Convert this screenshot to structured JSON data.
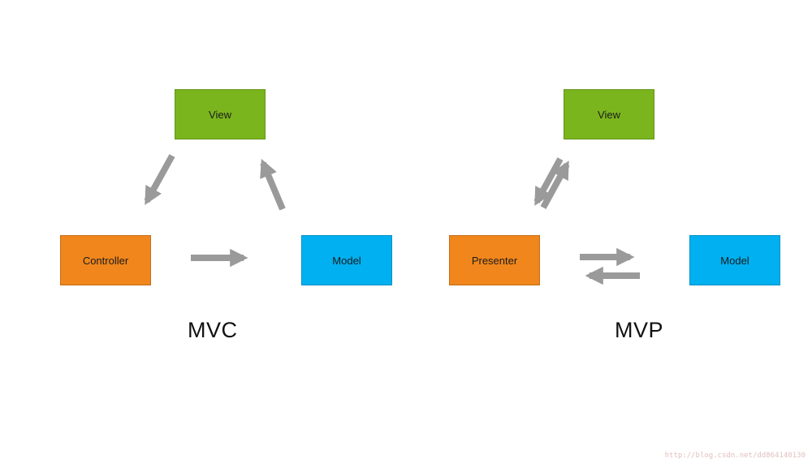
{
  "diagram": {
    "colors": {
      "canvas_bg": "#ffffff",
      "green": "#7ab51d",
      "orange": "#f0861c",
      "blue": "#00b0f0",
      "arrow": "#9a9a9a",
      "node_text": "#1c1c1c",
      "title_text": "#111111",
      "watermark": "#e2bfbf"
    },
    "mvc": {
      "title": "MVC",
      "nodes": {
        "view": "View",
        "controller": "Controller",
        "model": "Model"
      }
    },
    "mvp": {
      "title": "MVP",
      "nodes": {
        "view": "View",
        "presenter": "Presenter",
        "model": "Model"
      }
    },
    "watermark": "http://blog.csdn.net/dd864140130"
  }
}
